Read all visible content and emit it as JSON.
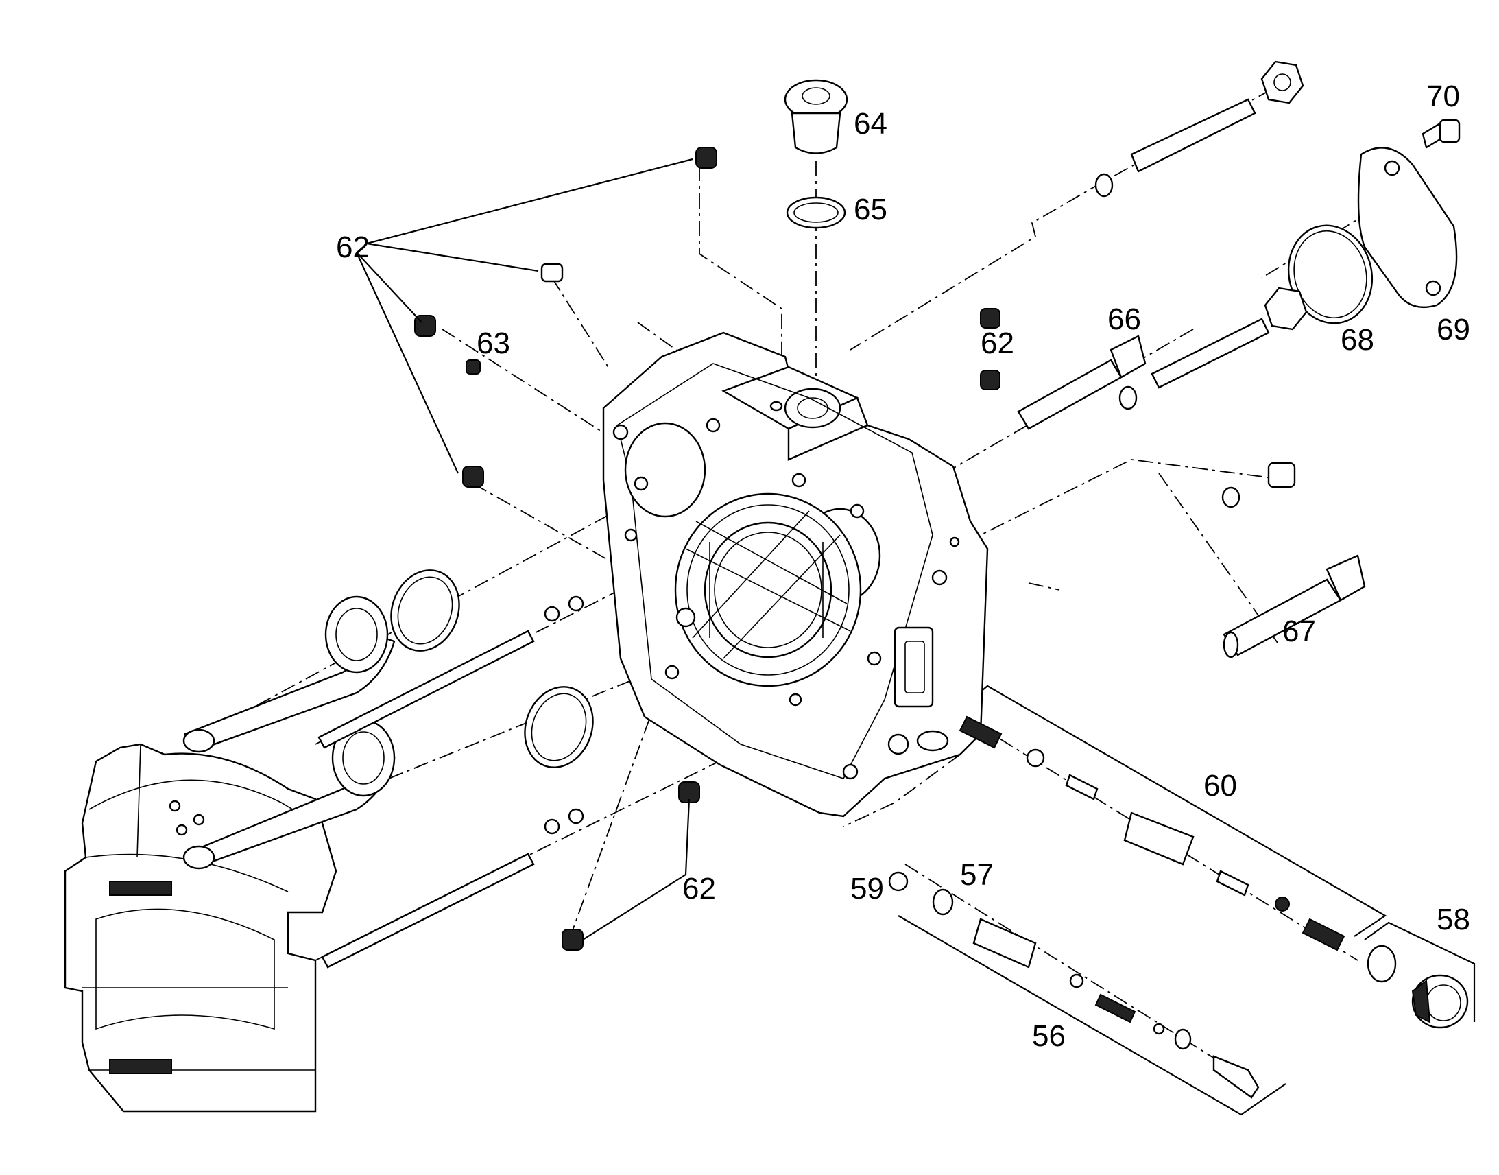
{
  "diagram": {
    "callouts": [
      {
        "id": "c64",
        "text": "64"
      },
      {
        "id": "c65",
        "text": "65"
      },
      {
        "id": "c70",
        "text": "70"
      },
      {
        "id": "c62a",
        "text": "62"
      },
      {
        "id": "c63",
        "text": "63"
      },
      {
        "id": "c66",
        "text": "66"
      },
      {
        "id": "c62b",
        "text": "62"
      },
      {
        "id": "c68",
        "text": "68"
      },
      {
        "id": "c69",
        "text": "69"
      },
      {
        "id": "c67",
        "text": "67"
      },
      {
        "id": "c60",
        "text": "60"
      },
      {
        "id": "c62c",
        "text": "62"
      },
      {
        "id": "c59",
        "text": "59"
      },
      {
        "id": "c57",
        "text": "57"
      },
      {
        "id": "c58",
        "text": "58"
      },
      {
        "id": "c56",
        "text": "56"
      }
    ]
  }
}
